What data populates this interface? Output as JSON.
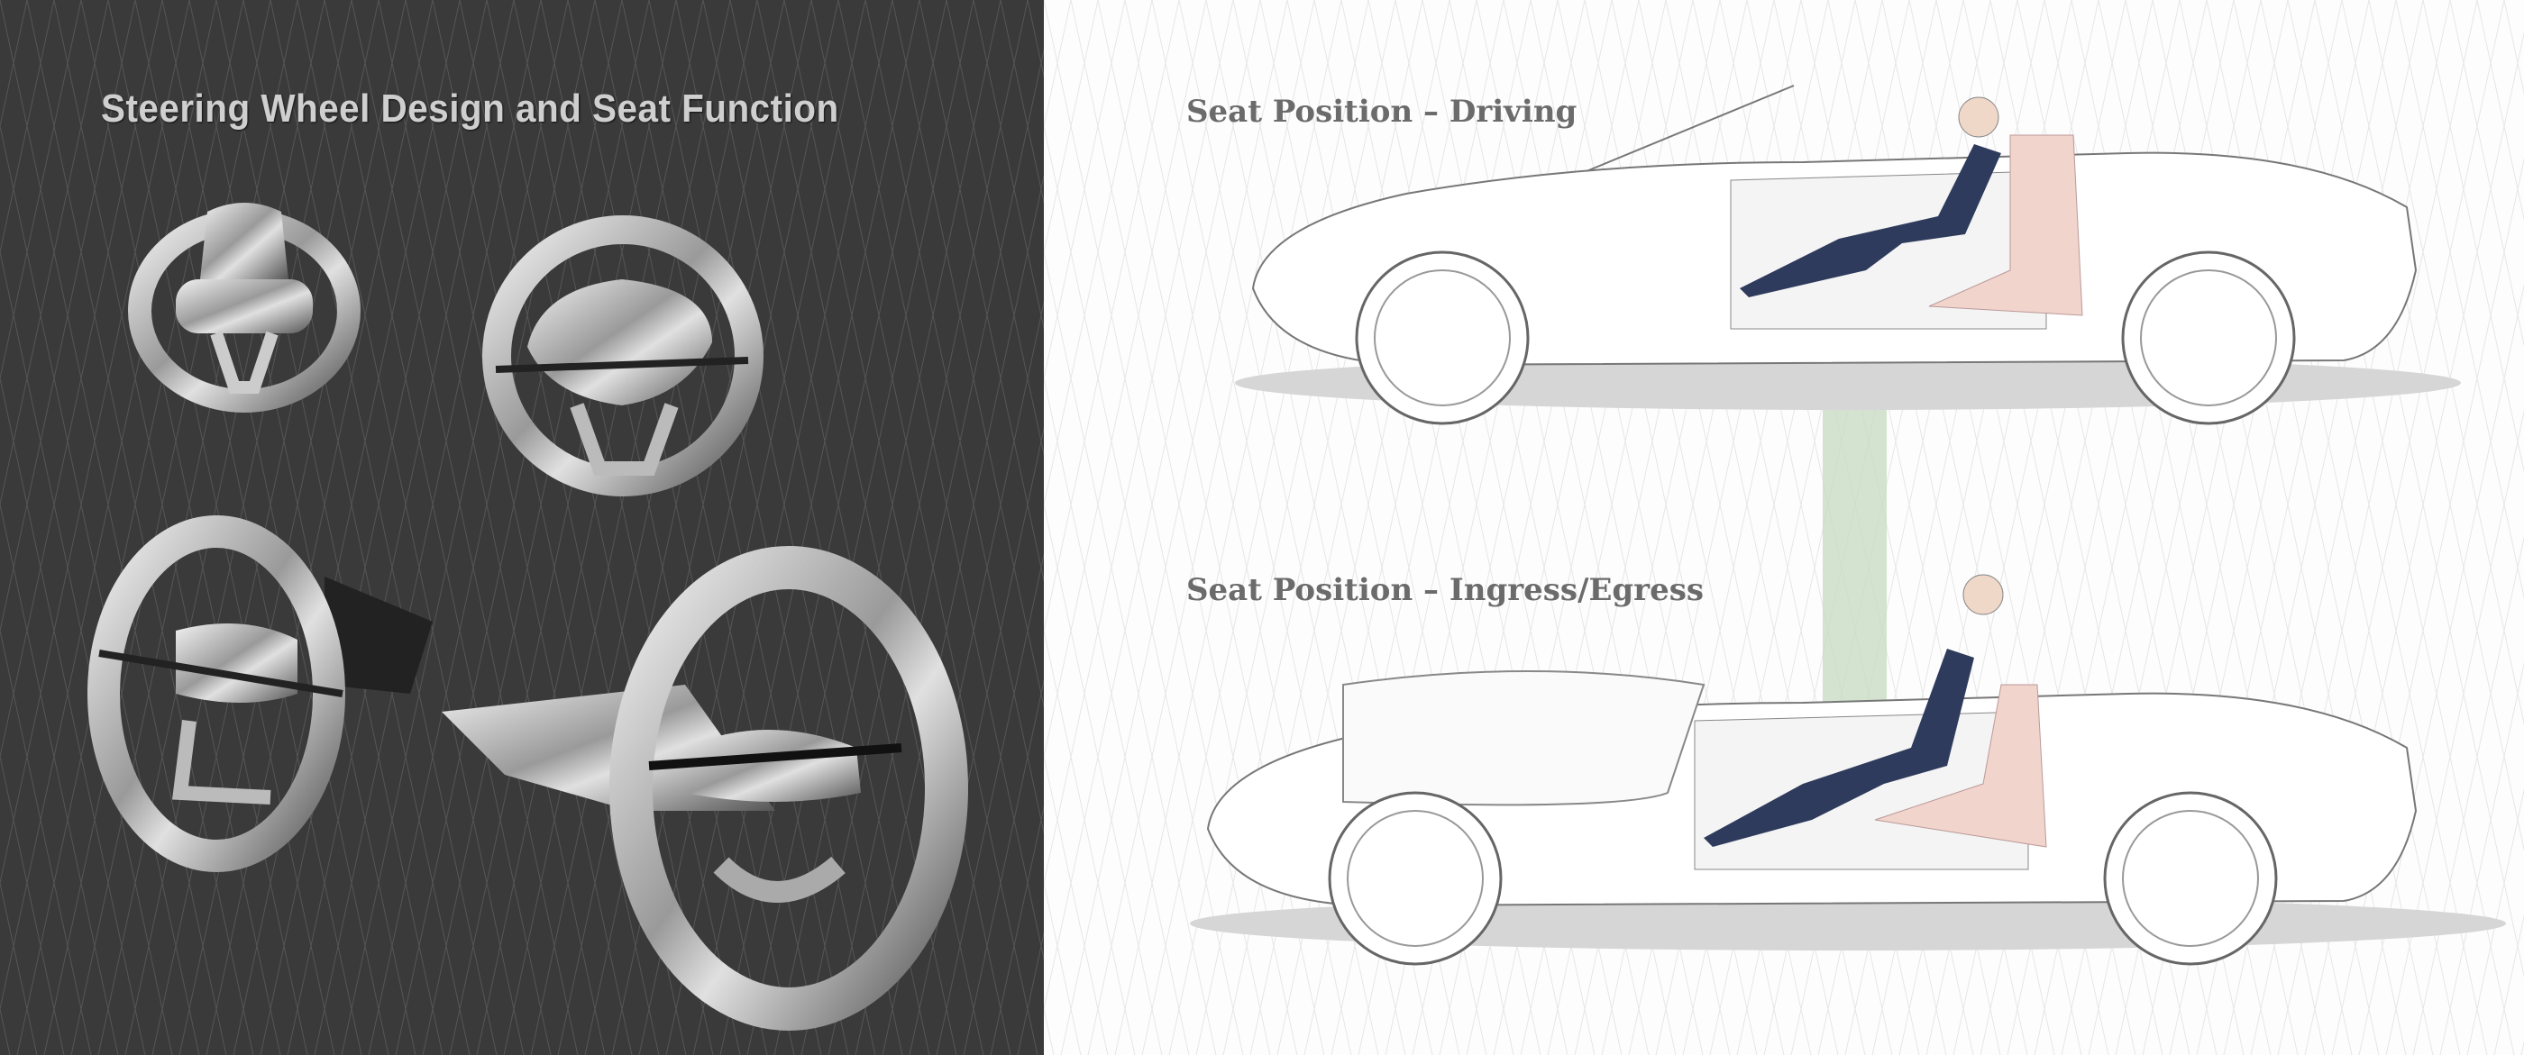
{
  "left_panel": {
    "title": "Steering Wheel Design and Seat Function",
    "background_color": "#3a3a3a",
    "steering_wheel_views": 4
  },
  "right_panel": {
    "driving": {
      "title": "Seat Position – Driving"
    },
    "ingress": {
      "title": "Seat Position – Ingress/Egress"
    },
    "accent_color": "#c9dcc4",
    "seat_color": "#f1d4cc",
    "suit_color": "#2e3b5c"
  }
}
